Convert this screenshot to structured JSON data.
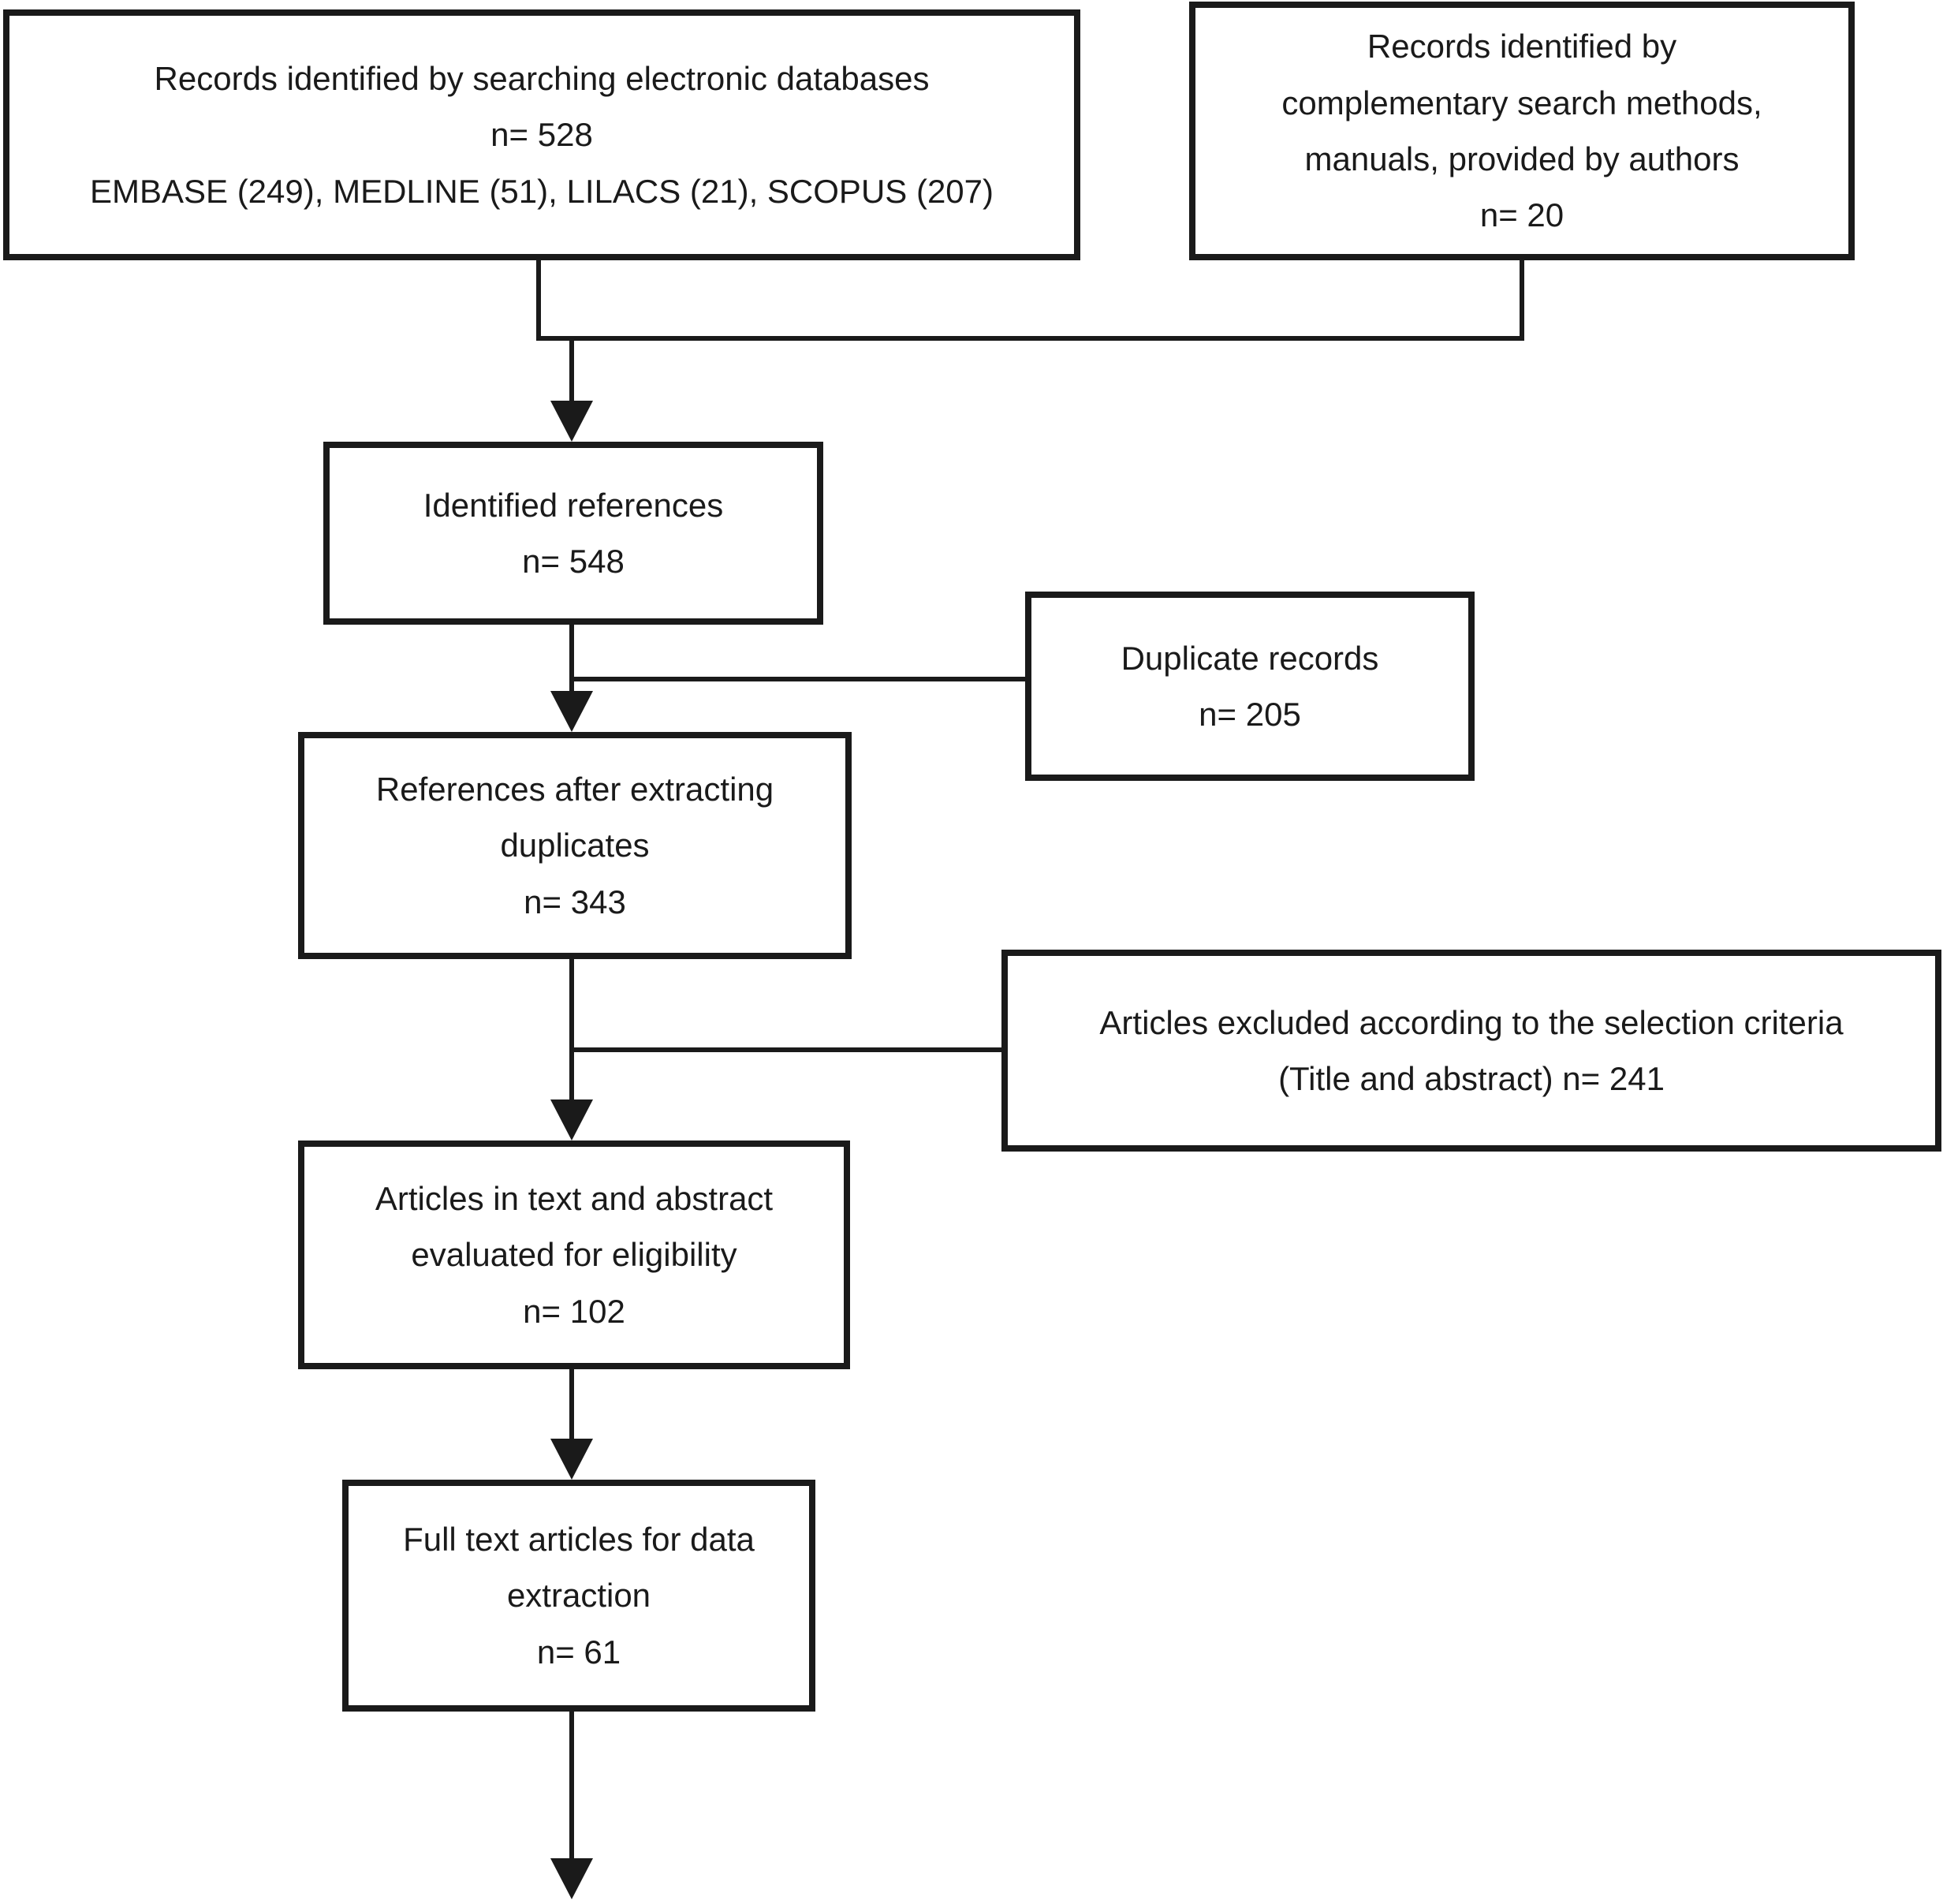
{
  "figure": {
    "type": "flowchart",
    "subject": "systematic review study selection flow"
  },
  "colors": {
    "ink": "#1a1a1a",
    "background": "#ffffff"
  },
  "boxes": {
    "electronic_databases": {
      "lines": [
        "Records identified by searching electronic databases",
        "n= 528",
        "EMBASE (249), MEDLINE (51), LILACS (21), SCOPUS (207)"
      ]
    },
    "complementary_search": {
      "lines": [
        "Records identified by",
        "complementary search methods,",
        "manuals, provided by authors",
        "n= 20"
      ]
    },
    "identified_references": {
      "lines": [
        "Identified references",
        "n= 548"
      ]
    },
    "duplicate_records": {
      "lines": [
        "Duplicate records",
        "n= 205"
      ]
    },
    "references_after_duplicates": {
      "lines": [
        "References after extracting",
        "duplicates",
        "n= 343"
      ]
    },
    "articles_excluded": {
      "lines": [
        "Articles excluded according to the selection criteria",
        "(Title and abstract) n= 241"
      ]
    },
    "articles_evaluated": {
      "lines": [
        "Articles in text and abstract",
        "evaluated for eligibility",
        "n= 102"
      ]
    },
    "full_text_articles": {
      "lines": [
        "Full text articles for data",
        "extraction",
        "n= 61"
      ]
    }
  },
  "edges": [
    {
      "from": "electronic_databases",
      "to": "identified_references",
      "style": "elbow-arrow"
    },
    {
      "from": "complementary_search",
      "to": "identified_references",
      "style": "elbow-arrow"
    },
    {
      "from": "identified_references",
      "to": "duplicate_records",
      "style": "side-branch-line"
    },
    {
      "from": "identified_references",
      "to": "references_after_duplicates",
      "style": "arrow"
    },
    {
      "from": "references_after_duplicates",
      "to": "articles_excluded",
      "style": "side-branch-line"
    },
    {
      "from": "references_after_duplicates",
      "to": "articles_evaluated",
      "style": "arrow"
    },
    {
      "from": "articles_evaluated",
      "to": "full_text_articles",
      "style": "arrow"
    },
    {
      "from": "full_text_articles",
      "to": "off-page-bottom",
      "style": "arrow"
    }
  ]
}
